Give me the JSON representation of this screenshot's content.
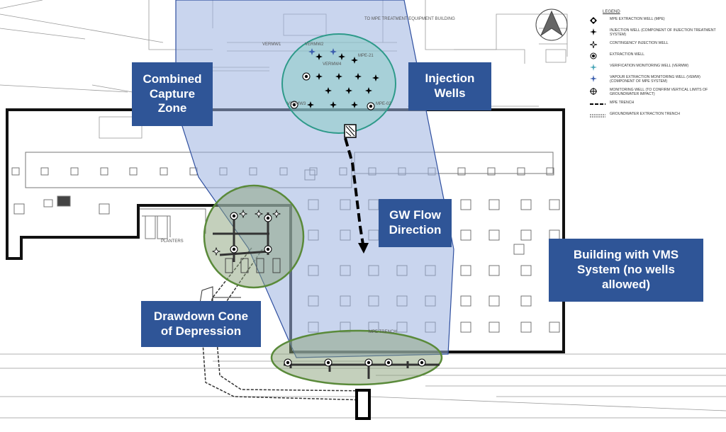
{
  "legend": {
    "title": "LEGEND",
    "items": [
      {
        "symbol": "mpe-extraction-well-icon",
        "label": "MPE EXTRACTION WELL (MPE)"
      },
      {
        "symbol": "injection-well-icon",
        "label": "INJECTION WELL (COMPONENT OF INJECTION TREATMENT SYSTEM)"
      },
      {
        "symbol": "contingency-injection-well-icon",
        "label": "CONTINGENCY INJECTION WELL"
      },
      {
        "symbol": "extraction-well-icon",
        "label": "EXTRACTION WELL"
      },
      {
        "symbol": "verification-monitoring-well-icon",
        "label": "VERIFICATION  MONITORING WELL (VERMW)"
      },
      {
        "symbol": "vapour-extraction-monitoring-well-icon",
        "label": "VAPOUR EXTRACTION MONITORING WELL (VEMW) (COMPONENT OF MPE SYSTEM)"
      },
      {
        "symbol": "monitoring-well-icon",
        "label": "MONITORING WELL (TO CONFIRM VERTICAL LIMITS OF GROUNDWATER IMPACT)"
      },
      {
        "symbol": "mpe-trench-line-icon",
        "label": "MPE TRENCH"
      },
      {
        "symbol": "groundwater-trench-line-icon",
        "label": "GROUNDWATER EXTRACTION TRENCH"
      }
    ]
  },
  "callouts": {
    "combined_capture_zone": "Combined\nCapture\nZone",
    "injection_wells": "Injection\nWells",
    "gw_flow_direction": "GW Flow\nDirection",
    "building_vms": "Building with VMS\nSystem (no wells\nallowed)",
    "drawdown_cone": "Drawdown Cone\nof Depression"
  },
  "map_labels": {
    "treatment_building": "TO MPE TREATMENT\nEQUIPMENT BUILDING",
    "planters": "PLANTERS",
    "verm_1": "VERMW1",
    "verm_2": "VERMW2",
    "verm_3": "VERMW4",
    "verm_4": "VERMW3",
    "mpe_02": "MPE-02",
    "mpe_21": "MPE-21",
    "trench": "MPE TRENCH"
  },
  "colors": {
    "capture_zone_fill": "#9db3e0",
    "capture_zone_stroke": "#2f4f9f",
    "injection_zone_fill": "#7fc9bd",
    "injection_zone_stroke": "#2e9a8a",
    "drawdown_fill": "#8aa27a",
    "drawdown_stroke": "#5a8a3a",
    "callout_bg": "#2f5597",
    "building_outline": "#111111"
  }
}
